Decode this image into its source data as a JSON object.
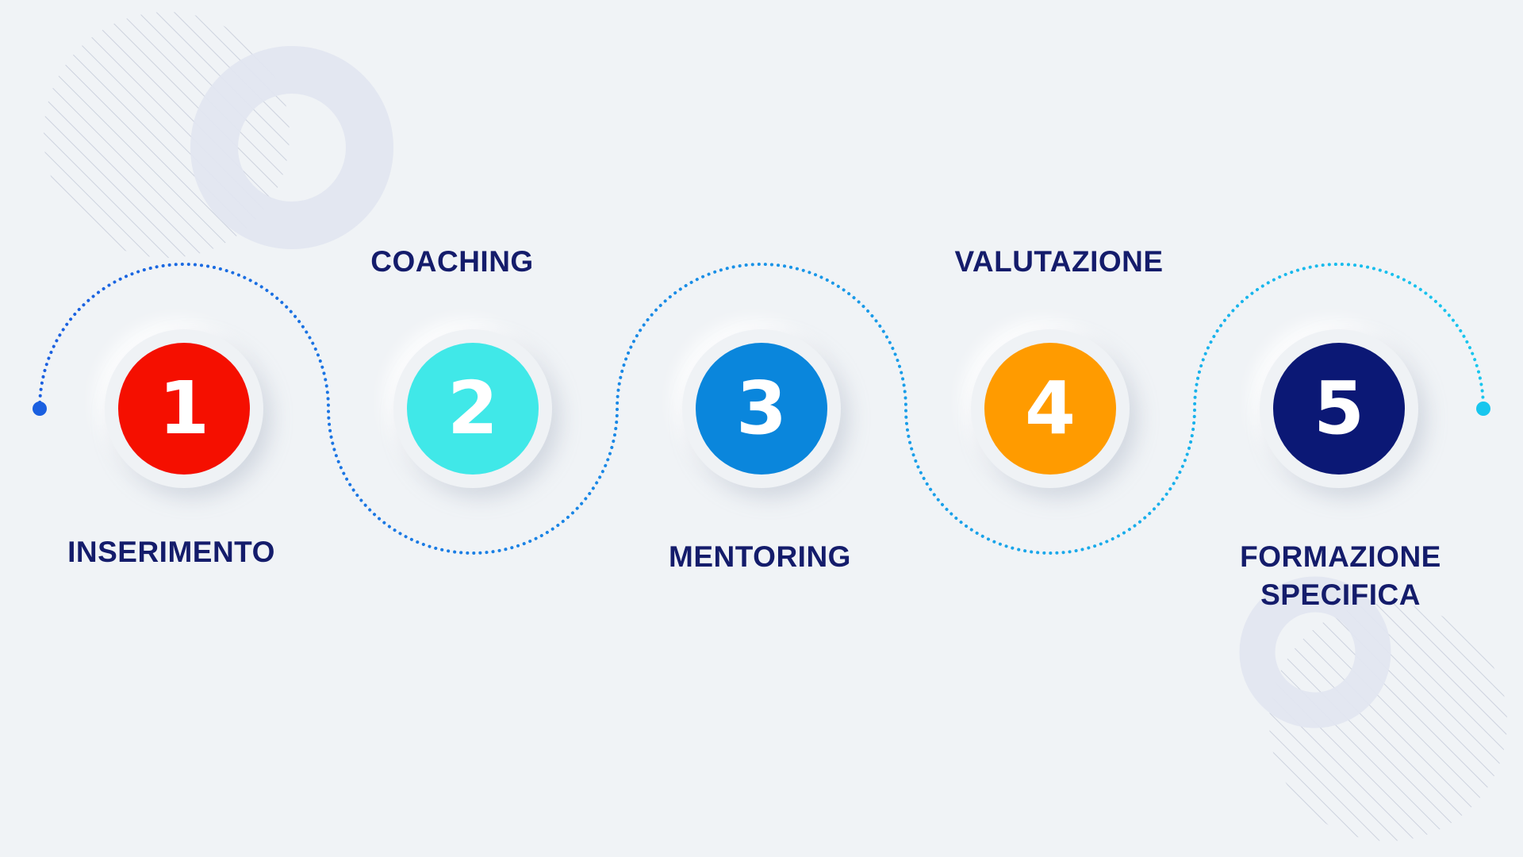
{
  "steps": [
    {
      "number": "1",
      "label": "INSERIMENTO",
      "color": "#f50f00"
    },
    {
      "number": "2",
      "label": "COACHING",
      "color": "#40e8e8"
    },
    {
      "number": "3",
      "label": "MENTORING",
      "color": "#0a86dc"
    },
    {
      "number": "4",
      "label": "VALUTAZIONE",
      "color": "#ff9b00"
    },
    {
      "number": "5",
      "label_lines": [
        "FORMAZIONE",
        "SPECIFICA"
      ],
      "color": "#0b1875"
    }
  ],
  "colors": {
    "background": "#f0f3f6",
    "label_text": "#141c6b",
    "path_start": "#1a5fe0",
    "path_end": "#18c6ee",
    "decoration": "#dfe3ee"
  }
}
